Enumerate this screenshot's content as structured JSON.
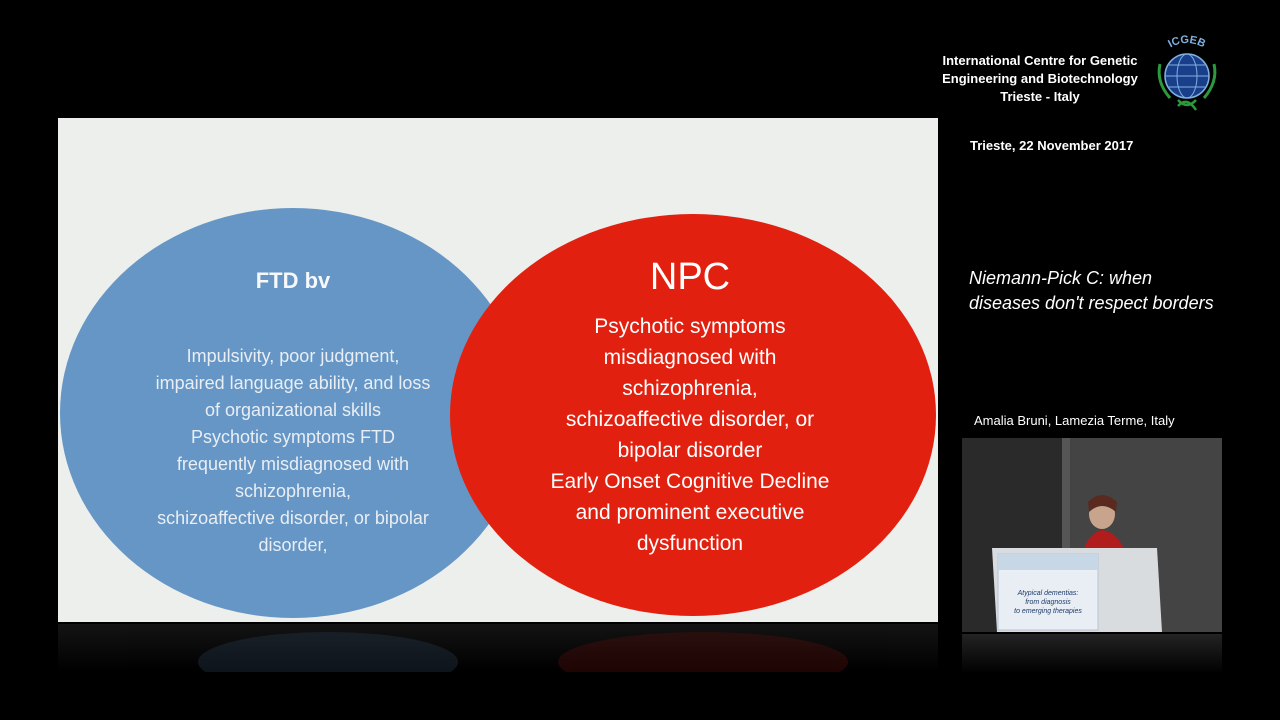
{
  "slide": {
    "left_title": "FTD bv",
    "left_lines": [
      "Impulsivity, poor judgment,",
      "impaired language ability, and loss",
      "of organizational skills",
      "Psychotic symptoms FTD",
      "frequently misdiagnosed with",
      "schizophrenia,",
      "schizoaffective disorder, or bipolar",
      "disorder,"
    ],
    "right_title": "NPC",
    "right_lines": [
      "Psychotic symptoms",
      "misdiagnosed with",
      "schizophrenia,",
      "schizoaffective disorder, or",
      "bipolar disorder",
      "Early Onset Cognitive Decline",
      "and prominent executive",
      "dysfunction"
    ],
    "colors": {
      "left_circle": "#6596c5",
      "right_circle": "#e22010",
      "background": "#ecefeb"
    }
  },
  "sidebar": {
    "org_lines": [
      "International Centre for Genetic",
      "Engineering and Biotechnology",
      "Trieste - Italy"
    ],
    "logo_text": "ICGEB",
    "date": "Trieste, 22 November 2017",
    "talk_title_lines": [
      "Niemann-Pick C: when",
      "diseases don't respect borders"
    ],
    "speaker": "Amalia Bruni, Lamezia Terme, Italy"
  },
  "video": {
    "podium_lines": [
      "Atypical dementias:",
      "from diagnosis",
      "to emerging therapies"
    ]
  }
}
